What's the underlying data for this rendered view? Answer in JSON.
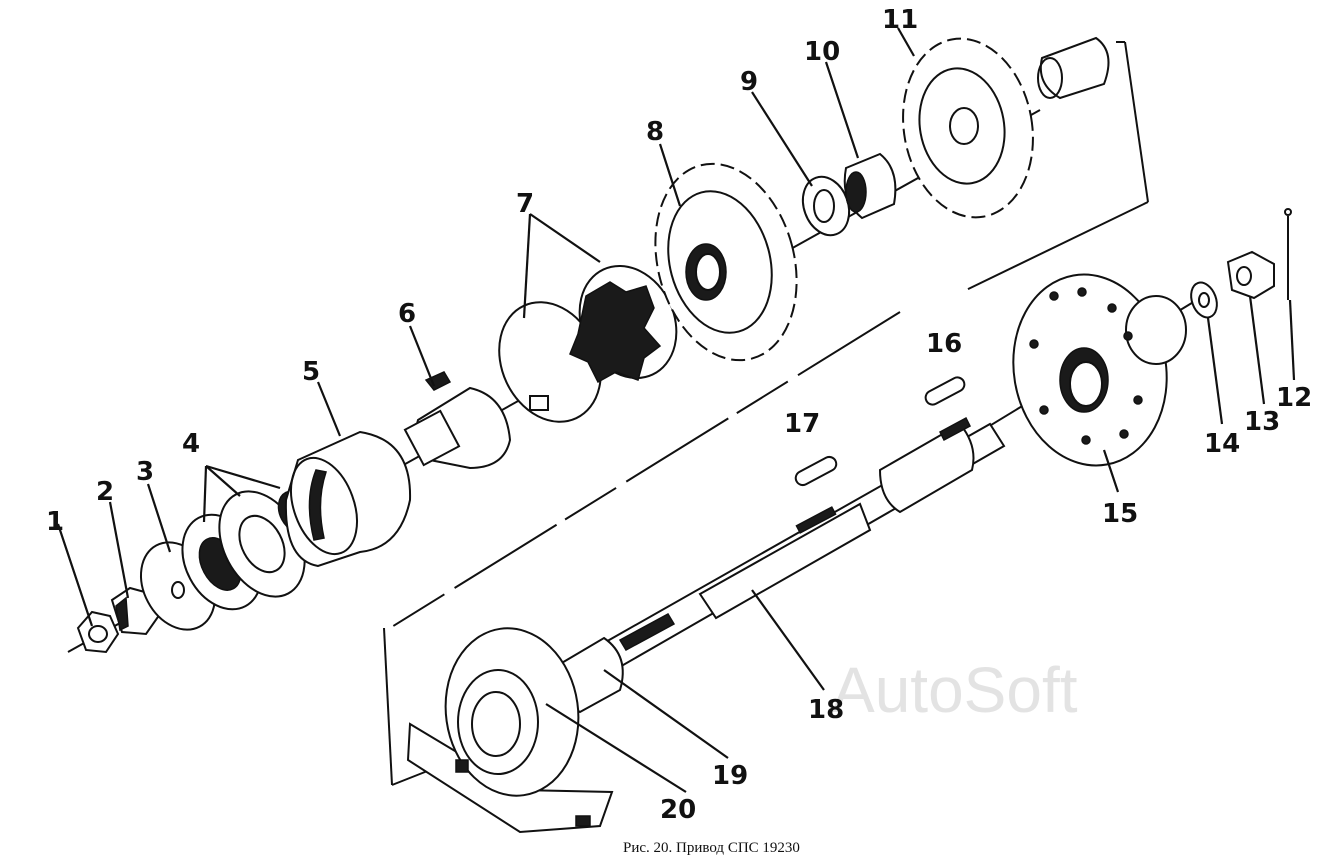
{
  "caption": "Рис. 20. Привод СПС 19230",
  "watermark": "AutoSoft",
  "part_labels": [
    {
      "id": "1",
      "text": "1"
    },
    {
      "id": "2",
      "text": "2"
    },
    {
      "id": "3",
      "text": "3"
    },
    {
      "id": "4",
      "text": "4"
    },
    {
      "id": "5",
      "text": "5"
    },
    {
      "id": "6",
      "text": "6"
    },
    {
      "id": "7",
      "text": "7"
    },
    {
      "id": "8",
      "text": "8"
    },
    {
      "id": "9",
      "text": "9"
    },
    {
      "id": "10",
      "text": "10"
    },
    {
      "id": "11",
      "text": "11"
    },
    {
      "id": "12",
      "text": "12"
    },
    {
      "id": "13",
      "text": "13"
    },
    {
      "id": "14",
      "text": "14"
    },
    {
      "id": "15",
      "text": "15"
    },
    {
      "id": "16",
      "text": "16"
    },
    {
      "id": "17",
      "text": "17"
    },
    {
      "id": "18",
      "text": "18"
    },
    {
      "id": "19",
      "text": "19"
    },
    {
      "id": "20",
      "text": "20"
    }
  ]
}
